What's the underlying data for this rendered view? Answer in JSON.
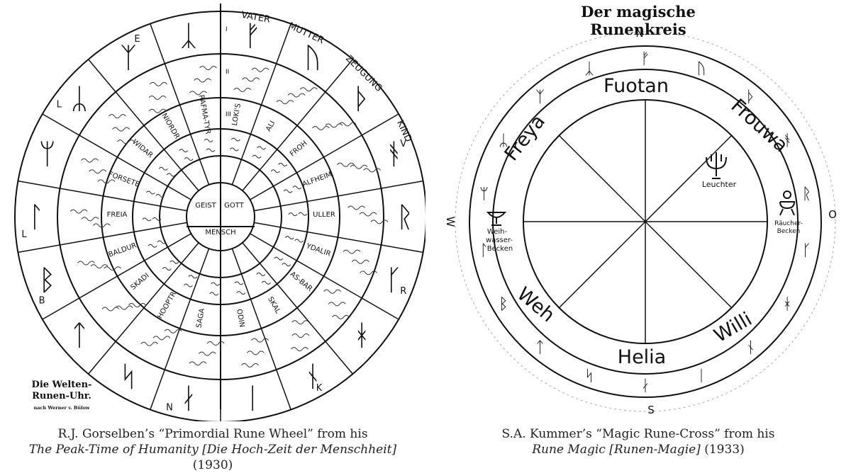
{
  "left_figure": {
    "label_line1": "Die Welten-",
    "label_line2": "Runen-Uhr.",
    "label_line3": "nach Werner v. Bülow",
    "center": {
      "geist": "GEIST",
      "gott": "GOTT",
      "mensch": "MENSCH"
    },
    "roles": [
      "VATER",
      "MUTTER",
      "ZEUGUNG",
      "KIND"
    ],
    "deities": [
      "LOKI'S",
      "ALI",
      "FROH",
      "ALFHEIM",
      "ULLER",
      "YDALIR",
      "AS-BAR",
      "SKAL",
      "ODIN",
      "SAGA",
      "HOOPTR",
      "SKADI",
      "BALDUR",
      "FREIA",
      "FORSETE",
      "WIDAR",
      "NIORDR",
      "RAFMA-TYR"
    ],
    "ring_runes": [
      "ᚠ",
      "ᚢ",
      "ᚦ",
      "ᚬ",
      "ᚱ",
      "ᚴ",
      "ᚼ",
      "ᚾ",
      "ᛁ",
      "ᛅ",
      "ᛋ",
      "ᛏ",
      "ᛒ",
      "ᛚ",
      "ᛘ",
      "ᛦ",
      "ᛉ",
      "ᛣ"
    ],
    "letters": [
      "E",
      "L",
      "L",
      "B",
      "V",
      "R",
      "K",
      "N"
    ],
    "numerals": [
      "I",
      "II",
      "III"
    ]
  },
  "right_figure": {
    "title": "Der magische Runenkreis",
    "compass": {
      "n": "N",
      "s": "S",
      "w": "W",
      "o": "O"
    },
    "names": {
      "top": "Fuotan",
      "top_right": "Frouwa",
      "top_left": "Freya",
      "bottom": "Helia",
      "bottom_right": "Willi",
      "bottom_left": "Weh"
    },
    "objects": {
      "candle": "Leuchter",
      "incense_line1": "Räucher-",
      "incense_line2": "Becken",
      "water_line1": "Weih-",
      "water_line2": "wasser-",
      "water_line3": "Becken"
    },
    "outer_runes": [
      "ᚠ",
      "ᚢ",
      "ᚦ",
      "ᚬ",
      "ᚱ",
      "ᚴ",
      "ᚼ",
      "ᚾ",
      "ᛁ",
      "ᛅ",
      "ᛋ",
      "ᛏ",
      "ᛒ",
      "ᛚ",
      "ᛘ",
      "ᛦ",
      "ᛉ",
      "ᛣ"
    ]
  },
  "captions": {
    "left_line1": "R.J. Gorselben’s “Primordial Rune Wheel” from his",
    "left_line2": "The Peak-Time of Humanity [Die Hoch-Zeit der Menschheit]",
    "left_year": " (1930)",
    "right_line1": "S.A. Kummer’s “Magic Rune-Cross” from his",
    "right_line2": "Rune Magic [Runen-Magie]",
    "right_year": " (1933)"
  }
}
